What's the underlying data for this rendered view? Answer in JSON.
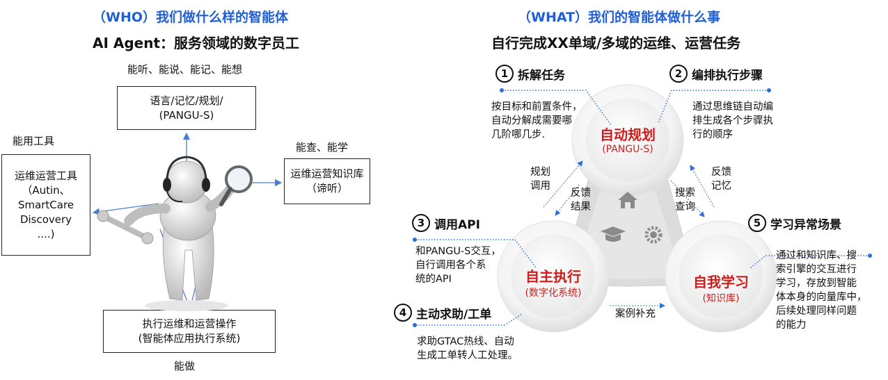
{
  "left": {
    "title": "（WHO）我们做什么样的智能体",
    "subtitle": "AI Agent：服务领域的数字员工",
    "top_label": "能听、能说、能记、能想",
    "top_box": "语言/记忆/规划/\n(PANGU-S)",
    "tools_label": "能用工具",
    "tools_box": "运维运营工具\n（Autin、\nSmartCare\nDiscovery\n....)",
    "kb_label": "能查、能学",
    "kb_box": "运维运营知识库\n（谛听）",
    "exec_box": "执行运维和运营操作\n(智能体应用执行系统)",
    "bottom_label": "能做"
  },
  "right": {
    "title": "（WHAT）我们的智能体做什么事",
    "subtitle": "自行完成XX单域/多域的运维、运营任务",
    "steps": [
      {
        "num": "1",
        "title": "拆解任务",
        "desc": "按目标和前置条件，\n自动分解成需要哪\n几阶哪几步."
      },
      {
        "num": "2",
        "title": "编排执行步骤",
        "desc": "通过思维链自动编\n排生成各个步骤执\n行的顺序"
      },
      {
        "num": "3",
        "title": "调用API",
        "desc": "和PANGU-S交互，\n自行调用各个系\n统的API"
      },
      {
        "num": "4",
        "title": "主动求助/工单",
        "desc": "求助GTAC热线、自动\n生成工单转人工处理。"
      },
      {
        "num": "5",
        "title": "学习异常场景",
        "desc": "通过和知识库、搜\n索引擎的交互进行\n学习，存放到智能\n体本身的向量库中，\n后续处理同样问题\n的能力"
      }
    ],
    "circles": {
      "top": {
        "main": "自动规划",
        "sub": "(PANGU-S)"
      },
      "left": {
        "main": "自主执行",
        "sub": "(数字化系统)"
      },
      "right": {
        "main": "自我学习",
        "sub": "(知识库)"
      }
    },
    "flows": {
      "plan_call": "规划\n调用",
      "feedback_result": "反馈\n结果",
      "search_query": "搜索\n查询",
      "feedback_memory": "反馈\n记忆",
      "case_supplement": "案例补充"
    },
    "center_icons": [
      "home-icon",
      "graduation-cap-icon",
      "gear-icon"
    ]
  },
  "colors": {
    "title_blue": "#1f5fd6",
    "accent_red": "#d21c1c",
    "dotted_blue": "#2a6fd6"
  }
}
